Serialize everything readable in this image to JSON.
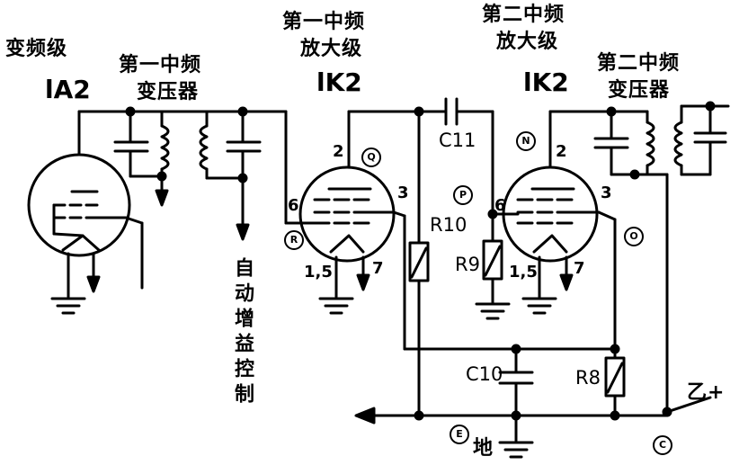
{
  "stages": {
    "mixer": {
      "title": "变频级",
      "tube": "lA2"
    },
    "if1_transformer": {
      "title_line1": "第一中频",
      "title_line2": "变压器"
    },
    "if1_amp": {
      "title_line1": "第一中频",
      "title_line2": "放大级",
      "tube": "lK2"
    },
    "if2_amp": {
      "title_line1": "第二中频",
      "title_line2": "放大级",
      "tube": "lK2"
    },
    "if2_transformer": {
      "title_line1": "第二中频",
      "title_line2": "变压器"
    }
  },
  "agc_label": "自动增益控制",
  "components": {
    "c11": "C11",
    "r10": "R10",
    "r9": "R9",
    "c10": "C10",
    "r8": "R8"
  },
  "pins": {
    "t1_pin2": "2",
    "t1_pin3": "3",
    "t1_pin6": "6",
    "t1_pin15": "1,5",
    "t1_pin7": "7",
    "t2_pin2": "2",
    "t2_pin3": "3",
    "t2_pin6": "6",
    "t2_pin15": "1,5",
    "t2_pin7": "7"
  },
  "markers": {
    "q": "Q",
    "r": "R",
    "p": "P",
    "n": "N",
    "o": "O",
    "e": "E",
    "c": "C"
  },
  "supply_label": "乙+",
  "ground_label": "地"
}
